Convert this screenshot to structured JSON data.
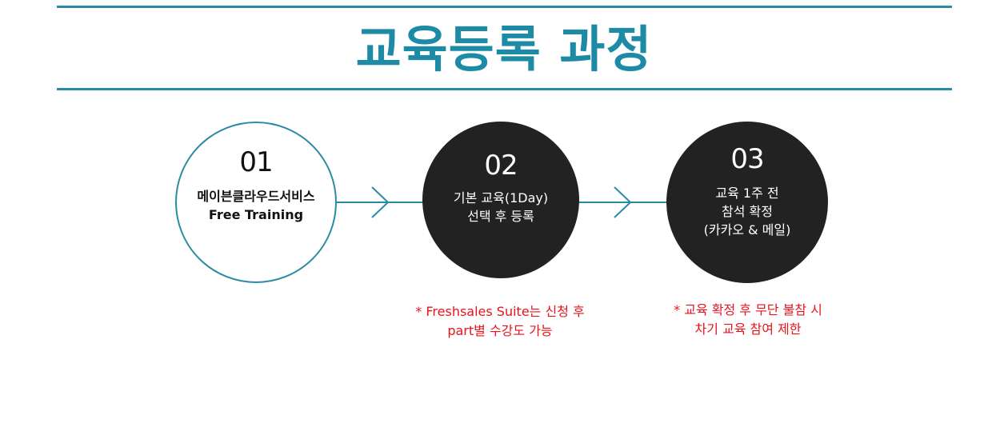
{
  "title": "교육등록 과정",
  "steps": [
    {
      "number": "01",
      "label": "메이븐클라우드서비스\nFree Training"
    },
    {
      "number": "02",
      "label": "기본 교육(1Day)\n선택 후 등록",
      "note": "* Freshsales Suite는 신청 후\npart별 수강도 가능"
    },
    {
      "number": "03",
      "label": "교육 1주 전\n참석 확정\n(카카오 & 메일)",
      "note": "* 교육 확정 후 무단 불참 시\n차기 교육 참여 제한"
    }
  ],
  "colors": {
    "accent": "#1d8aa6",
    "rule": "#2a8ba5",
    "dark_circle": "#222222",
    "note": "#e8131b"
  },
  "icons": [
    "chevron-right-icon"
  ]
}
